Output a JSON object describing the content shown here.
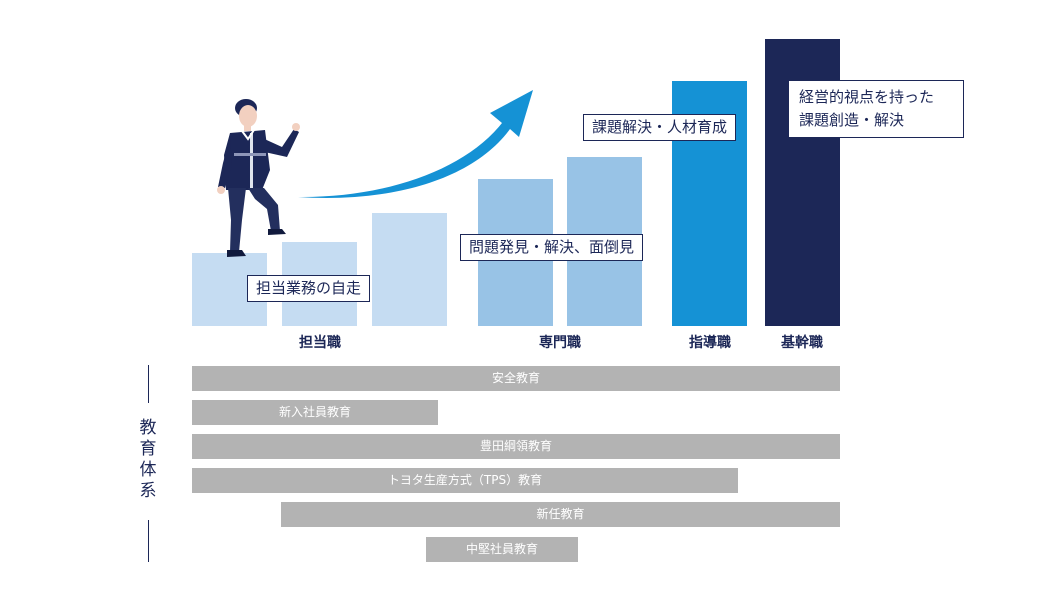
{
  "colors": {
    "light": "#c5dcf2",
    "mid": "#98c3e6",
    "bright": "#1592d5",
    "navy": "#1c2757",
    "arrow": "#1592d5",
    "grey": "#b3b3b3"
  },
  "levels": [
    {
      "id": "tanto",
      "label": "担当職"
    },
    {
      "id": "senmon",
      "label": "専門職"
    },
    {
      "id": "shido",
      "label": "指導職"
    },
    {
      "id": "kikan",
      "label": "基幹職"
    }
  ],
  "callouts": {
    "tanto": "担当業務の自走",
    "senmon": "問題発見・解決、面倒見",
    "shido": "課題解決・人材育成",
    "kikan_line1": "経営的視点を持った",
    "kikan_line2": "課題創造・解決"
  },
  "education_system": {
    "title": "教育体系",
    "programs": [
      {
        "label": "安全教育"
      },
      {
        "label": "新入社員教育"
      },
      {
        "label": "豊田綱領教育"
      },
      {
        "label": "トヨタ生産方式（TPS）教育"
      },
      {
        "label": "新任教育"
      },
      {
        "label": "中堅社員教育"
      }
    ]
  },
  "figure": {
    "icon": "businessman-climbing-icon"
  }
}
